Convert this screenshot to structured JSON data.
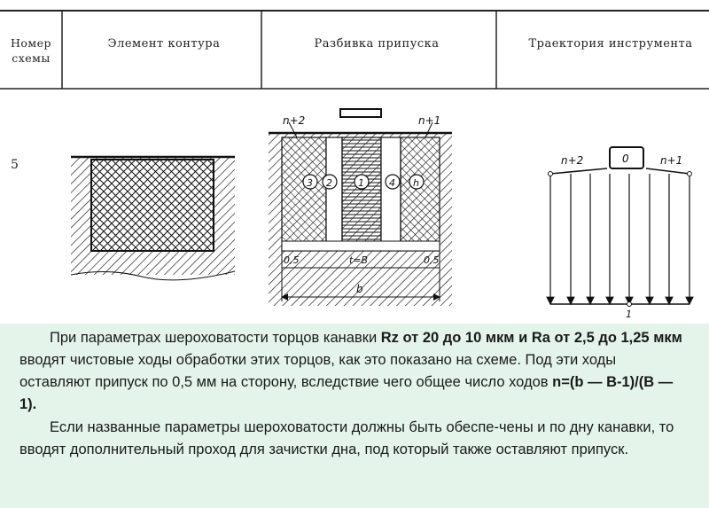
{
  "table": {
    "headers": {
      "scheme_number_line1": "Номер",
      "scheme_number_line2": "схемы",
      "contour_element": "Элемент контура",
      "allowance_breakdown": "Разбивка припуска",
      "tool_path": "Траектория инструмента"
    },
    "row_number": "5",
    "allowance_labels": {
      "top_left": "n+2",
      "top_right": "n+1",
      "zone3": "3",
      "zone2": "2",
      "zone1": "1",
      "zone4": "4",
      "zoneh": "h",
      "dim_left": "0,5",
      "dim_center": "t=B",
      "dim_right": "0,5",
      "dim_total": "b"
    },
    "tool_labels": {
      "left": "n+2",
      "tool": "0",
      "right": "n+1",
      "bottom": "1"
    }
  },
  "text": {
    "p1_a": "При параметрах шероховатости торцов канавки ",
    "p1_b": "Rz от 20 до 10 мкм и Ra от 2,5 до 1,25 мкм",
    "p1_c": " вводят чистовые ходы обработки этих торцов, как это показано на схеме. Под эти ходы оставляют припуск по 0,5 мм на сторону, вследствие чего общее число ходов ",
    "p1_d": "n=(b — B-1)/(B — 1).",
    "p2": "Если названные параметры шероховатости должны быть обеспе-чены и по дну канавки, то вводят дополнительный проход для зачистки дна, под который также оставляют припуск."
  },
  "colors": {
    "panel_background": "#e4f4ea",
    "ink": "#1a1a1a"
  }
}
